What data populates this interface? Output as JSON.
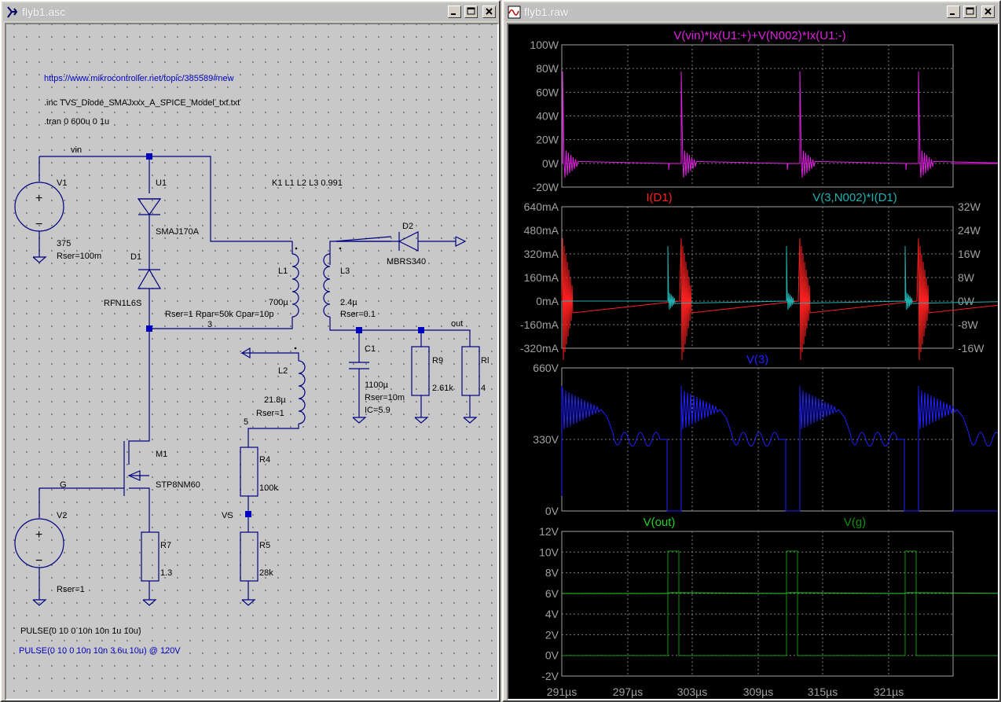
{
  "schematic_window": {
    "title": "flyb1.asc",
    "url": "https://www.mikrocontroller.net/topic/385589#new",
    "include": ".inc TVS_Diode_SMAJxxx_A_SPICE_Model_txt.txt",
    "tran": ".tran 0 600u 0 1u",
    "coupling": "K1 L1 L2 L3 0.991",
    "labels": {
      "vin": "vin",
      "v1": "V1",
      "v1_val": "375",
      "v1_rser": "Rser=100m",
      "u1": "U1",
      "u1_val": "SMAJ170A",
      "d1": "D1",
      "d1_val": "RFN1L6S",
      "l1": "L1",
      "l1_val": "700µ",
      "l1_params": "Rser=1 Rpar=50k Cpar=10p",
      "node3": "3",
      "l3": "L3",
      "l3_val": "2.4µ",
      "l3_rser": "Rser=0.1",
      "d2": "D2",
      "d2_val": "MBRS340",
      "out": "out",
      "c1": "C1",
      "c1_val": "1100µ",
      "c1_rser": "Rser=10m",
      "c1_ic": "IC=5.9",
      "r9": "R9",
      "r9_val": "2.61k",
      "rl": "Rl",
      "rl_val": "4",
      "l2": "L2",
      "l2_val": "21.8µ",
      "l2_rser": "Rser=1",
      "node5": "5",
      "r4": "R4",
      "r4_val": "100k",
      "vs": "VS",
      "r5": "R5",
      "r5_val": "28k",
      "m1": "M1",
      "m1_val": "STP8NM60",
      "g": "G",
      "r7": "R7",
      "r7_val": "1.3",
      "v2": "V2",
      "v2_rser": "Rser=1"
    },
    "pulse_black": "PULSE(0 10 0 10n 10n 1u 10u)",
    "pulse_blue": "PULSE(0 10 0 10n 10n 3.6u 10u) @ 120V"
  },
  "waveform_window": {
    "title": "flyb1.raw",
    "pane1": {
      "trace": "V(vin)*Ix(U1:+)+V(N002)*Ix(U1:-)",
      "ticks": [
        "100W",
        "80W",
        "60W",
        "40W",
        "20W",
        "0W",
        "-20W"
      ]
    },
    "pane2": {
      "trace_left": "I(D1)",
      "trace_right": "V(3,N002)*I(D1)",
      "ticks_left": [
        "640mA",
        "480mA",
        "320mA",
        "160mA",
        "0mA",
        "-160mA",
        "-320mA"
      ],
      "ticks_right": [
        "32W",
        "24W",
        "16W",
        "8W",
        "0W",
        "-8W",
        "-16W"
      ]
    },
    "pane3": {
      "trace": "V(3)",
      "ticks": [
        "660V",
        "330V",
        "0V"
      ]
    },
    "pane4": {
      "trace_left": "V(out)",
      "trace_right": "V(g)",
      "ticks": [
        "12V",
        "10V",
        "8V",
        "6V",
        "4V",
        "2V",
        "0V",
        "-2V"
      ]
    },
    "x_ticks": [
      "291µs",
      "297µs",
      "303µs",
      "309µs",
      "315µs",
      "321µs"
    ],
    "colors": {
      "magenta": "#e020e0",
      "red": "#ff2020",
      "cyan": "#20b0b0",
      "blue": "#2020ff",
      "green_bright": "#20d020",
      "green_dark": "#109010"
    }
  }
}
